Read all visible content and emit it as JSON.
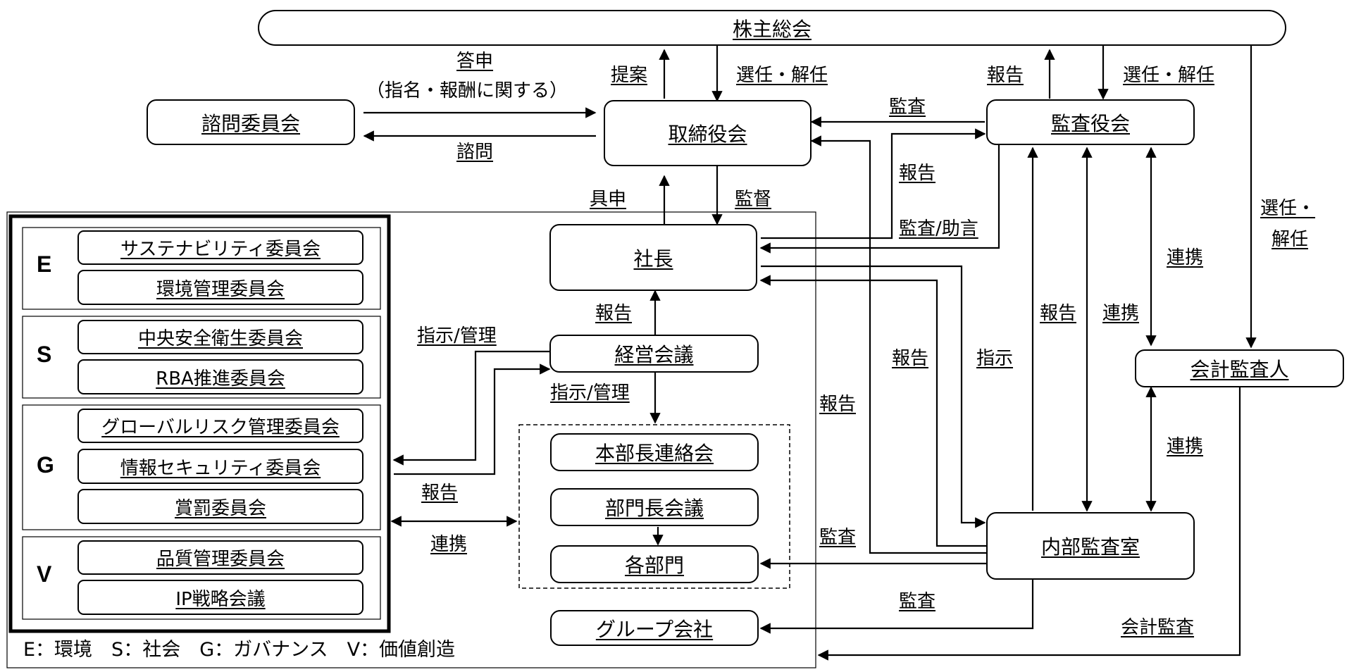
{
  "boxes": {
    "shareholders": "株主総会",
    "board": "取締役会",
    "advisory": "諮問委員会",
    "audit_board": "監査役会",
    "president": "社長",
    "mgmt_meeting": "経営会議",
    "hq_liaison": "本部長連絡会",
    "dept_heads": "部門長会議",
    "departments": "各部門",
    "group_companies": "グループ会社",
    "internal_audit": "内部監査室",
    "accounting_auditor": "会計監査人"
  },
  "esg": {
    "E": {
      "letter": "E",
      "items": [
        "サステナビリティ委員会",
        "環境管理委員会"
      ]
    },
    "S": {
      "letter": "S",
      "items": [
        "中央安全衛生委員会",
        "RBA推進委員会"
      ]
    },
    "G": {
      "letter": "G",
      "items": [
        "グローバルリスク管理委員会",
        "情報セキュリティ委員会",
        "賞罰委員会"
      ]
    },
    "V": {
      "letter": "V",
      "items": [
        "品質管理委員会",
        "IP戦略会議"
      ]
    }
  },
  "labels": {
    "toushin": "答申",
    "toushin_sub": "（指名・報酬に関する）",
    "shimon": "諮問",
    "teian": "提案",
    "senin_kainin": "選任・解任",
    "kansa": "監査",
    "houkoku": "報告",
    "gushin": "具申",
    "kantoku": "監督",
    "kansa_jogen": "監査/助言",
    "renkei": "連携",
    "senin_dot": "選任・",
    "kainin": "解任",
    "shiji_kanri": "指示/管理",
    "shiji": "指示",
    "kaikei_kansa": "会計監査"
  },
  "legend": "E：環境　S：社会　G：ガバナンス　V：価値創造"
}
